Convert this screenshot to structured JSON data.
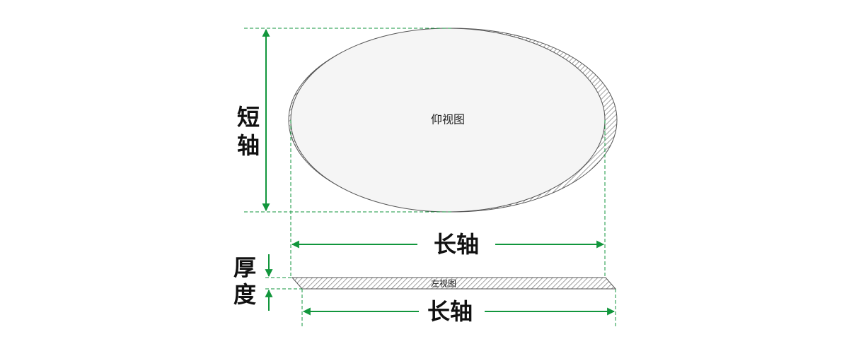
{
  "labels": {
    "bottom_view": "仰视图",
    "left_view": "左视图",
    "short_axis_char1": "短",
    "short_axis_char2": "轴",
    "long_axis_top": "长轴",
    "long_axis_bottom": "长轴",
    "thickness_char1": "厚",
    "thickness_char2": "度"
  },
  "colors": {
    "dimension": "#12963c",
    "outline": "#555555",
    "fill": "#f5f5f5",
    "hatch": "#777777"
  }
}
